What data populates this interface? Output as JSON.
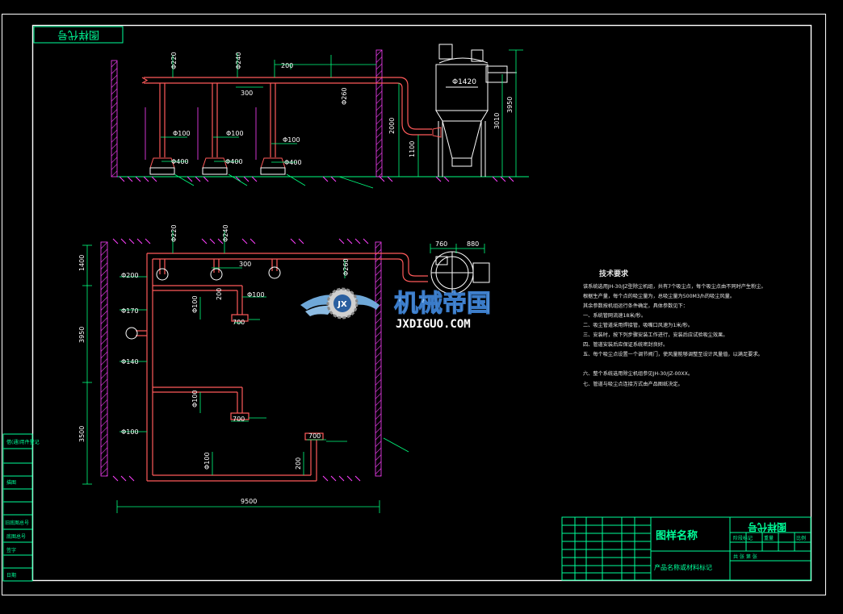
{
  "colors": {
    "background": "#000000",
    "frame": "#ffffff",
    "pipe": "#ff5a5a",
    "dimension": "#00ff7f",
    "construction": "#ff40ff",
    "text_white": "#ffffff",
    "title_block": "#00ff9a",
    "note_text": "#e8e8e8"
  },
  "corner_stamp": "图样代号",
  "elevation_dims": {
    "d220": "Φ220",
    "d240": "Φ240",
    "d200": "200",
    "d300": "300",
    "d260": "Φ260",
    "d100a": "Φ100",
    "d100b": "Φ100",
    "d100c": "Φ100",
    "d400a": "Φ400",
    "d400b": "Φ400",
    "d400c": "Φ400",
    "d1420": "Φ1420",
    "h2000": "2000",
    "h1100": "1100",
    "h3010": "3010",
    "h3950": "3950"
  },
  "plan_dims": {
    "d220": "Φ220",
    "d240": "Φ240",
    "d300": "300",
    "d260": "Φ260",
    "d200": "Φ200",
    "d170": "Φ170",
    "d140": "Φ140",
    "d100l": "Φ100",
    "d100r1": "Φ100",
    "d100r2": "Φ100",
    "d100r3": "Φ100",
    "d100r4": "Φ100",
    "v200a": "200",
    "v200b": "200",
    "w700a": "700",
    "w700b": "700",
    "w700c": "700",
    "w760": "760",
    "w880": "880",
    "h1400": "1400",
    "h3950": "3950",
    "h3500": "3500",
    "w9500": "9500"
  },
  "watermark": {
    "badge": "JX",
    "name": "机械帝国",
    "url": "JXDIGUO.COM"
  },
  "notes": {
    "title": "技术要求",
    "lines": [
      "该系统选用JH-30/JZ型除尘机组，共有7个吸尘点，每个吸尘点由不同时产生粉尘。",
      "根据生产量，每个点的吸尘量为，总吸尘量为500M3/h的吸尘风量。",
      "其余参数按机组运行条件确定，具体参数见下：",
      "一、系统管网流速18米/秒。",
      "二、吸尘管道采用焊接管，吸嘴口风速为1米/秒。",
      "三、安装时，按下列步骤安装工作进行，安装后应试验吸尘效果。",
      "四、管道安装后应保证系统密封良好。",
      "五、每个吸尘点设置一个调节阀门，使风量能够调整至设计风量值，以满足要求。",
      "六、整个系统选用除尘机组参见JH-30/JZ-00XX。",
      "七、管道与吸尘点连接方式由产品图纸决定。"
    ]
  },
  "title_block": {
    "drawing_name": "图样名称",
    "drawing_code": "图样代号",
    "material_mark": "产品名称或材料标记",
    "stage": "阶段标记",
    "weight": "重量",
    "scale": "比例",
    "sheet": "共 张 第 张"
  },
  "left_block": {
    "r1": "借(通)用件登记",
    "r2": "描图",
    "r3": "旧底图总号",
    "r4": "底图总号",
    "r5": "签字",
    "r6": "日期"
  }
}
